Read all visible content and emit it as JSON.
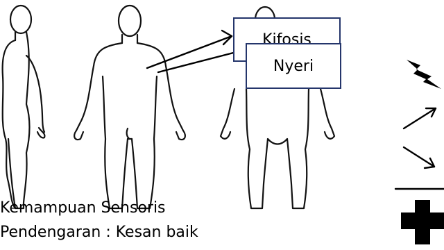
{
  "labels": {
    "kifosis": "Kifosis",
    "nyeri": "Nyeri"
  },
  "captions": {
    "line1": "Kemampuan Sensoris",
    "line2": "Pendengaran : Kesan baik"
  },
  "legend": {
    "items": [
      "lightning-icon",
      "arrow-up-right-icon",
      "arrow-down-right-icon",
      "line-divider",
      "plus-icon"
    ]
  },
  "colors": {
    "box_border": "#24356b",
    "ink": "#000000"
  }
}
